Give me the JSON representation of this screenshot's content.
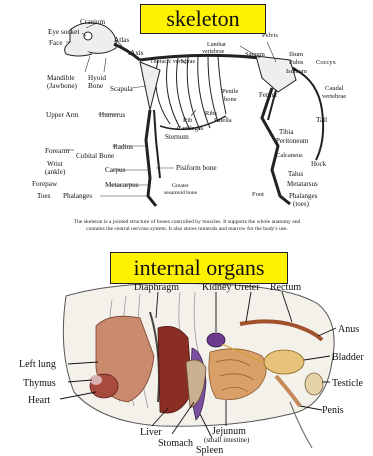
{
  "skeleton_section": {
    "title": "skeleton",
    "caption_line1": "The skeleton is a jointed structure of bones controlled by muscles. It supports the whole anatomy and",
    "caption_line2": "contains the central nervous system. It also stores minerals and marrow for the body's use.",
    "labels": {
      "cranium": "Cranium",
      "eye_socket": "Eye socket",
      "face": "Face",
      "atlas": "Atlas",
      "axis": "Axis",
      "thoracic_vertebrae": "Thoracic vertebrae",
      "lumbar_vertebrae_1": "Lumbar",
      "lumbar_vertebrae_2": "vertebrae",
      "sacrum": "Sacrum",
      "pelvis": "Pelvis",
      "ilium": "Ilium",
      "pubis": "Pubis",
      "coccyx": "Coccyx",
      "ischium": "Ischium",
      "mandible_1": "Mandible",
      "mandible_2": "(Jawbone)",
      "hyoid_1": "Hyoid",
      "hyoid_2": "Bone",
      "scapula": "Scapula",
      "penile_1": "Penile",
      "penile_2": "bone",
      "femur": "Femur",
      "caudal_1": "Caudal",
      "caudal_2": "vertebrae",
      "upper_arm": "Upper Arm",
      "humerus": "Humerus",
      "rib_cartilages_1": "Rib",
      "rib_cartilages_2": "Cartilages",
      "ribs": "Ribs",
      "patella": "Patella",
      "tail": "Tail",
      "sternum": "Sternum",
      "tibia": "Tibia",
      "peritoneum": "Peritoneum",
      "forearm": "Forearm",
      "radius": "Radius",
      "cubital_bone": "Cubital Bone",
      "calcaneus": "Calcaneus",
      "hock": "Hock",
      "wrist_1": "Wrist",
      "wrist_2": "(ankle)",
      "carpus": "Carpus",
      "pisiform": "Pisiform bone",
      "talus": "Talus",
      "forepaw": "Forepaw",
      "metacarpus": "Metacarpus",
      "metatarsus": "Metatarsus",
      "greater_sesamoid_1": "Greater",
      "greater_sesamoid_2": "sesamoid bone",
      "toes": "Toes",
      "phalanges": "Phalanges",
      "foot": "Foot",
      "phalanges_toes_1": "Phalanges",
      "phalanges_toes_2": "(toes)"
    }
  },
  "organs_section": {
    "title": "internal organs",
    "labels": {
      "diaphragm": "Diaphragm",
      "kidney": "Kidney",
      "ureter": "Ureter",
      "rectum": "Rectum",
      "anus": "Anus",
      "left_lung": "Left lung",
      "bladder": "Bladder",
      "thymus": "Thymus",
      "testicle": "Testicle",
      "heart": "Heart",
      "penis": "Penis",
      "liver": "Liver",
      "jejunum": "Jejunum",
      "small_intestine": "(small intestine)",
      "stomach": "Stomach",
      "spleen": "Spleen"
    }
  },
  "colors": {
    "banner": "#fff200",
    "bone": "#e8e8e8",
    "lung": "#c98a6e",
    "liver": "#8a2e24",
    "spleen": "#7a4fa0",
    "kidney": "#6b3b8e",
    "intestine": "#d9a06a",
    "bladder": "#e6c27a"
  }
}
